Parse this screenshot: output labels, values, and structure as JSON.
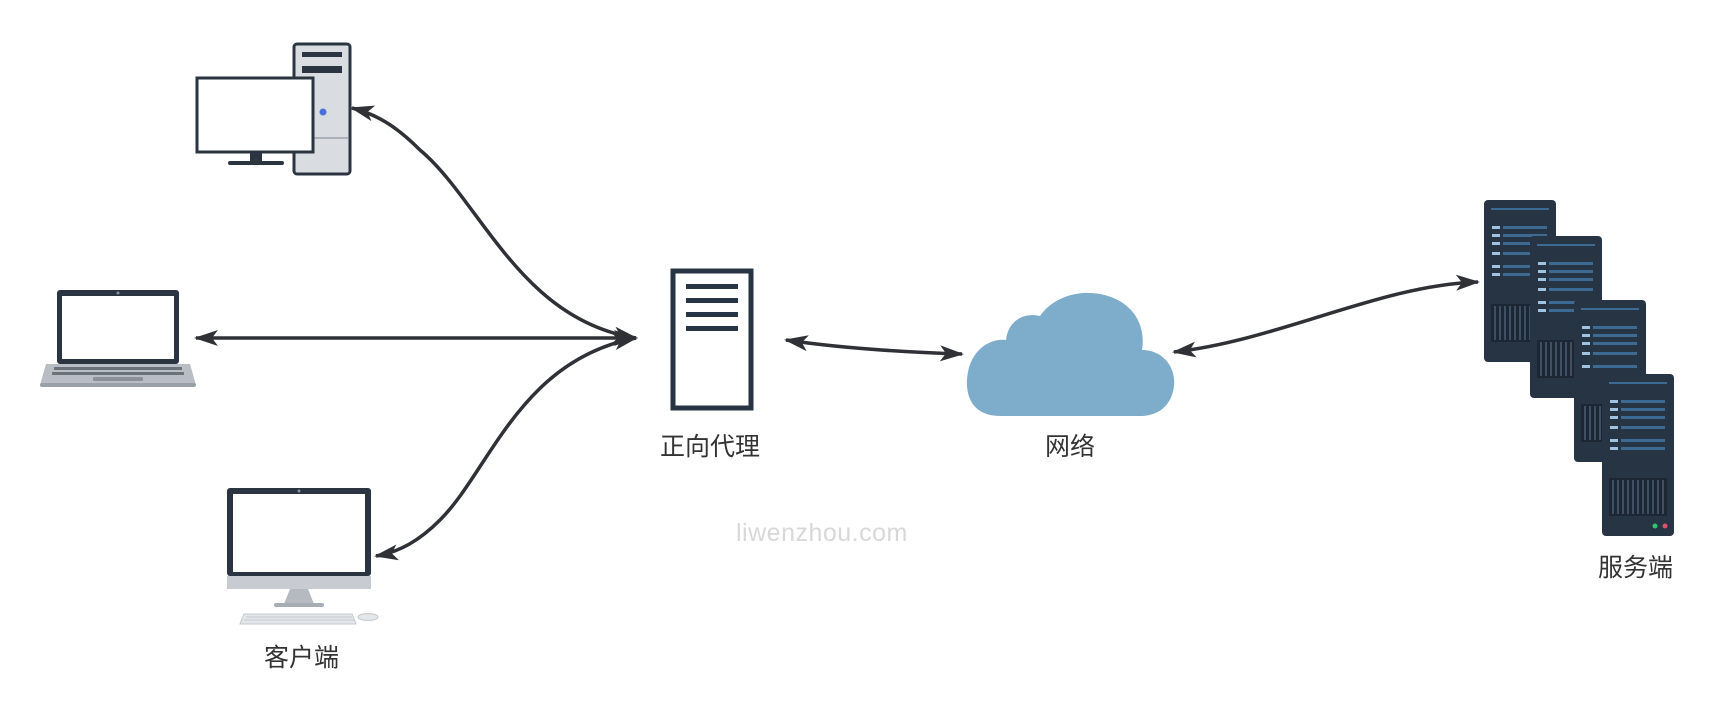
{
  "nodes": {
    "proxy": {
      "label": "正向代理"
    },
    "network": {
      "label": "网络"
    },
    "client": {
      "label": "客户端"
    },
    "server": {
      "label": "服务端"
    }
  },
  "watermark": "liwenzhou.com",
  "colors": {
    "arrow": "#2f3136",
    "cloud": "#7eaccb",
    "server_dark": "#263443",
    "server_accent": "#3d6a93",
    "monitor_frame": "#2b3542",
    "device_gray": "#b8bcc2"
  },
  "edges": [
    {
      "from": "proxy",
      "to": "desktop-tower",
      "bidirectional": true
    },
    {
      "from": "proxy",
      "to": "laptop",
      "bidirectional": true
    },
    {
      "from": "proxy",
      "to": "all-in-one",
      "bidirectional": true
    },
    {
      "from": "proxy",
      "to": "network",
      "bidirectional": true
    },
    {
      "from": "network",
      "to": "server",
      "bidirectional": true
    }
  ]
}
